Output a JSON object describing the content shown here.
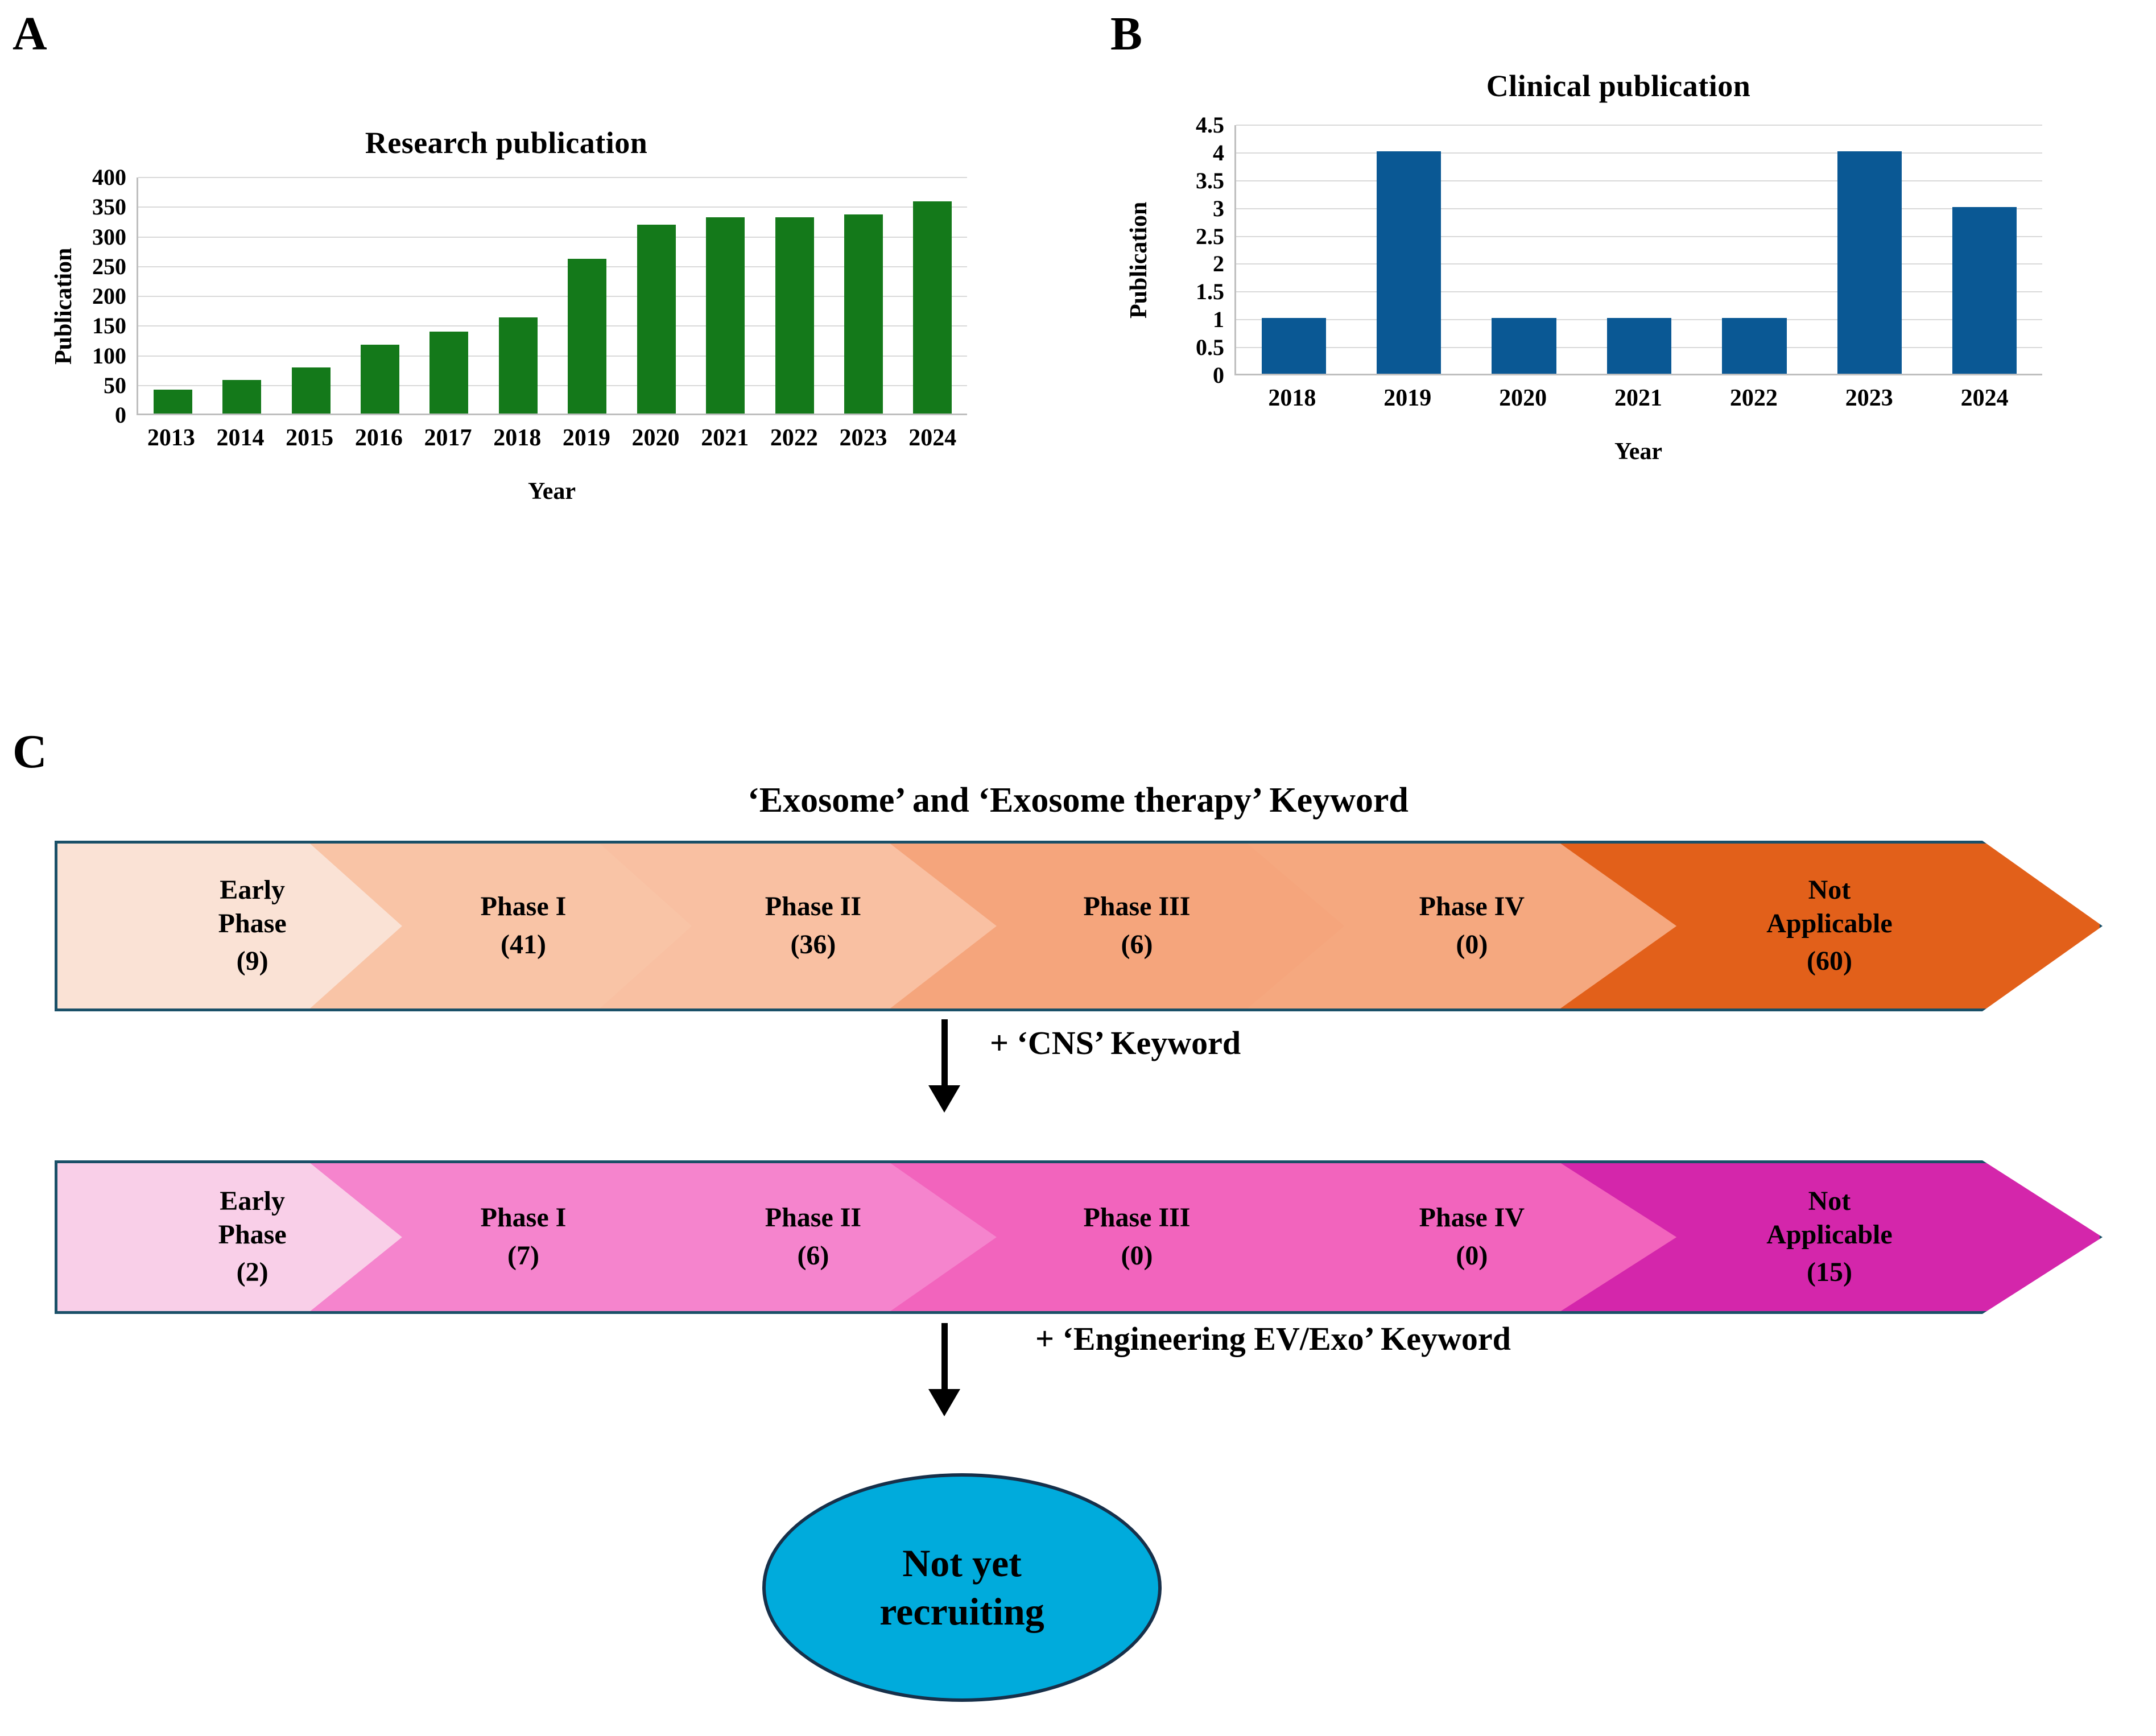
{
  "panels": {
    "a_label": "A",
    "b_label": "B",
    "c_label": "C"
  },
  "chart_data": [
    {
      "type": "bar",
      "panel": "A",
      "title": "Research publication",
      "xlabel": "Year",
      "ylabel": "Publication",
      "categories": [
        "2013",
        "2014",
        "2015",
        "2016",
        "2017",
        "2018",
        "2019",
        "2020",
        "2021",
        "2022",
        "2023",
        "2024"
      ],
      "values": [
        40,
        56,
        78,
        116,
        138,
        162,
        260,
        318,
        330,
        330,
        335,
        357
      ],
      "yticks": [
        0,
        50,
        100,
        150,
        200,
        250,
        300,
        350,
        400
      ],
      "ylim": [
        0,
        400
      ],
      "grid": true,
      "legend": "none",
      "bar_color": "#14791A"
    },
    {
      "type": "bar",
      "panel": "B",
      "title": "Clinical publication",
      "xlabel": "Year",
      "ylabel": "Publication",
      "categories": [
        "2018",
        "2019",
        "2020",
        "2021",
        "2022",
        "2023",
        "2024"
      ],
      "values": [
        1,
        4,
        1,
        1,
        1,
        4,
        3
      ],
      "yticks": [
        0,
        0.5,
        1,
        1.5,
        2,
        2.5,
        3,
        3.5,
        4,
        4.5
      ],
      "ytick_labels": [
        "0",
        "0.5",
        "1",
        "1.5",
        "2",
        "2.5",
        "3",
        "3.5",
        "4",
        "4.5"
      ],
      "ylim": [
        0,
        4.5
      ],
      "grid": true,
      "legend": "none",
      "bar_color": "#0A5894"
    }
  ],
  "flow": {
    "header": "‘Exosome’ and ‘Exosome therapy’  Keyword",
    "row1": {
      "items": [
        {
          "label": "Early\nPhase",
          "count": "(9)",
          "color": "#FAE2D5"
        },
        {
          "label": "Phase I",
          "count": "(41)",
          "color": "#F9C4A6"
        },
        {
          "label": "Phase II",
          "count": "(36)",
          "color": "#F9C0A2"
        },
        {
          "label": "Phase III",
          "count": "(6)",
          "color": "#F5A57C"
        },
        {
          "label": "Phase IV",
          "count": "(0)",
          "color": "#F5A87F"
        },
        {
          "label": "Not\nApplicable",
          "count": "(60)",
          "color": "#E2601A"
        }
      ]
    },
    "note1": "+ ‘CNS’  Keyword",
    "row2": {
      "items": [
        {
          "label": "Early\nPhase",
          "count": "(2)",
          "color": "#F9CFE8"
        },
        {
          "label": "Phase I",
          "count": "(7)",
          "color": "#F584CD"
        },
        {
          "label": "Phase II",
          "count": "(6)",
          "color": "#F584CD"
        },
        {
          "label": "Phase III",
          "count": "(0)",
          "color": "#F264BD"
        },
        {
          "label": "Phase IV",
          "count": "(0)",
          "color": "#F264BD"
        },
        {
          "label": "Not\nApplicable",
          "count": "(15)",
          "color": "#D426AB"
        }
      ]
    },
    "note2": "+ ‘Engineering EV/Exo’ Keyword",
    "outcome": "Not yet\nrecruiting",
    "outcome_color": "#00ABDC",
    "arrow_border": "#1A5068"
  }
}
